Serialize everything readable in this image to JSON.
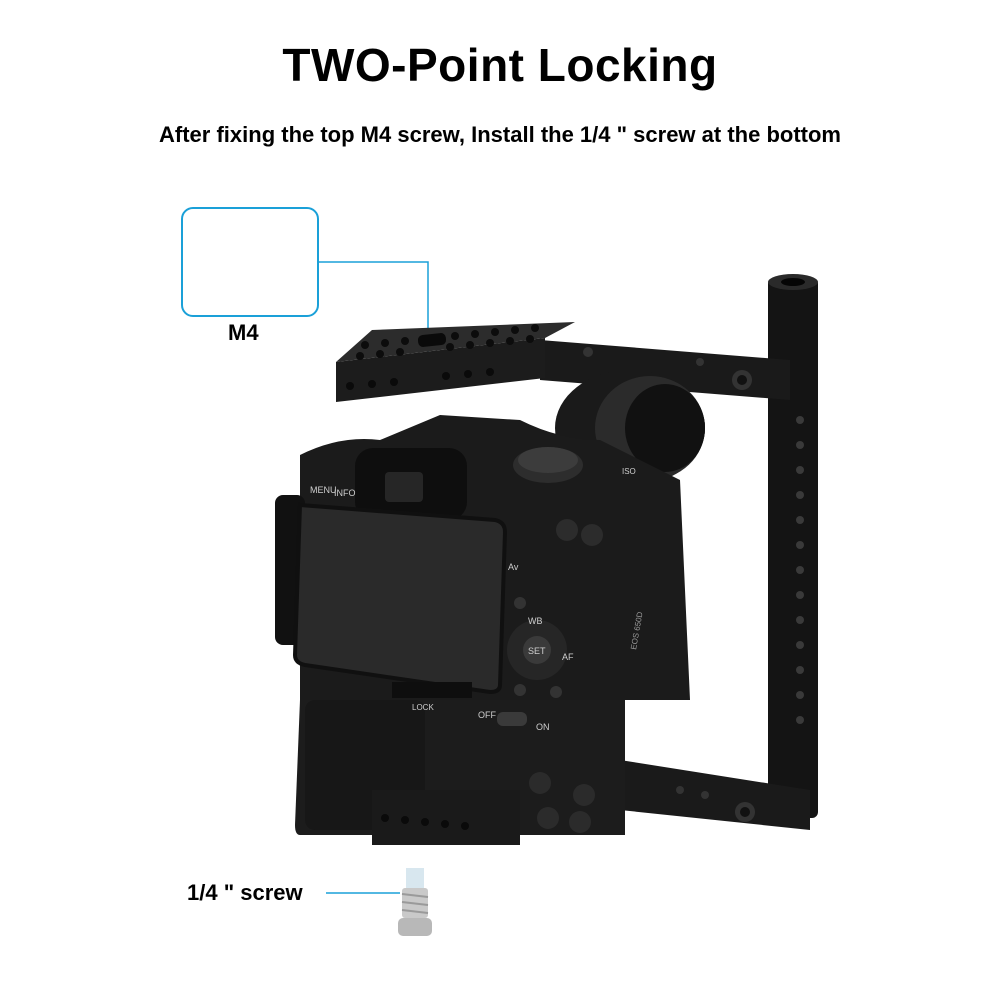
{
  "header": {
    "title": "TWO-Point Locking",
    "subtitle": "After fixing the top M4 screw, Install the 1/4 \" screw at the bottom"
  },
  "callouts": {
    "m4_label": "M4",
    "quarter_label": "1/4 \" screw"
  },
  "camera_text": {
    "menu": "MENU",
    "info": "INFO",
    "av": "Av",
    "wb": "WB",
    "set": "SET",
    "af": "AF",
    "lock": "LOCK",
    "off": "OFF",
    "on": "ON",
    "iso": "ISO",
    "brand": "EOS 650D"
  },
  "colors": {
    "accent": "#1aa0d8",
    "body": "#1b1b1b",
    "cage": "#141414"
  }
}
